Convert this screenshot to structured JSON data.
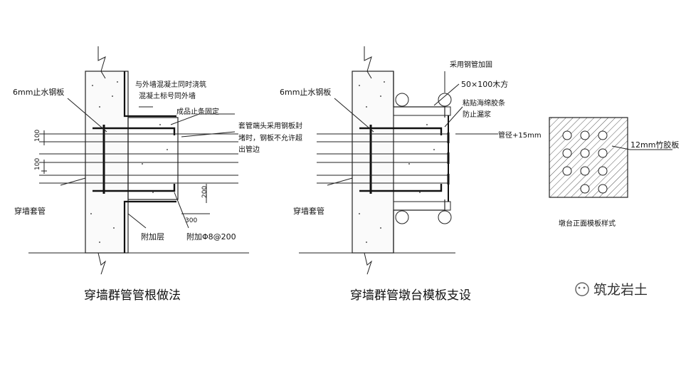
{
  "diagram_left": {
    "caption": "穿墙群管管根做法",
    "labels": {
      "waterstop_plate": "6mm止水钢板",
      "note_line1": "与外墙混凝土同时浇筑",
      "note_line2": "混凝土标号同外墙",
      "fix_note": "成品止条固定",
      "seal_line1": "套管端头采用钢板封",
      "seal_line2": "堵时，钢板不允许超",
      "seal_line3": "出管边",
      "sleeve": "穿墙套管",
      "additional_layer": "附加层",
      "rebar": "附加Φ8@200",
      "dim_100_top": "100",
      "dim_100_bottom": "100",
      "dim_200": "200",
      "dim_300": "300"
    }
  },
  "diagram_middle": {
    "caption": "穿墙群管墩台模板支设",
    "labels": {
      "steel_pipe": "采用钢管加固",
      "timber": "50×100木方",
      "waterstop_plate": "6mm止水钢板",
      "sponge_line1": "粘贴海绵胶条",
      "sponge_line2": "防止漏浆",
      "pipe_dia": "管径+15mm",
      "sleeve": "穿墙套管"
    }
  },
  "diagram_right": {
    "caption": "墩台正面模板样式",
    "plate_label": "12mm竹胶板"
  },
  "watermark": "筑龙岩土"
}
